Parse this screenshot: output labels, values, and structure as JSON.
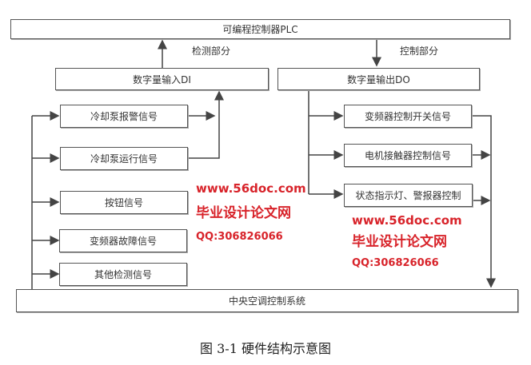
{
  "plc": "可编程控制器PLC",
  "detect_label": "检测部分",
  "control_label": "控制部分",
  "di": "数字量输入DI",
  "do": "数字量输出DO",
  "inputs": [
    "冷却泵报警信号",
    "冷却泵运行信号",
    "按钮信号",
    "变频器故障信号",
    "其他检测信号"
  ],
  "outputs": [
    "变频器控制开关信号",
    "电机接触器控制信号",
    "状态指示灯、警报器控制"
  ],
  "system": "中央空调控制系统",
  "caption": "图 3-1  硬件结构示意图",
  "watermarks": {
    "site": "www.56doc.com",
    "qq": "QQ:306826066",
    "name": "毕业设计论文网"
  }
}
